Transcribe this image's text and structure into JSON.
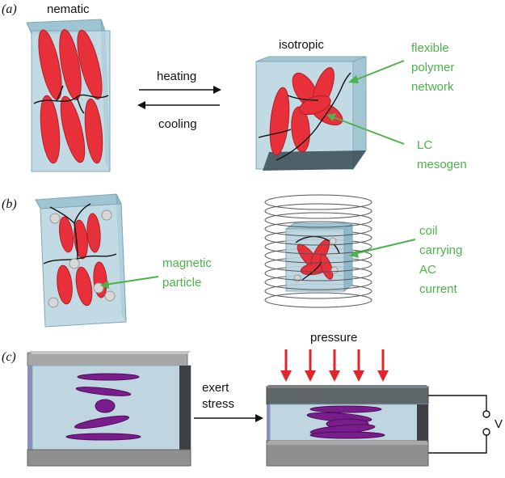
{
  "panels": {
    "a": "(a)",
    "b": "(b)",
    "c": "(c)"
  },
  "labels": {
    "nematic": "nematic",
    "isotropic": "isotropic",
    "heating": "heating",
    "cooling": "cooling",
    "flexible_lines": [
      "flexible",
      "polymer",
      "network"
    ],
    "lc_lines": [
      "LC",
      "mesogen"
    ],
    "magnetic_lines": [
      "magnetic",
      "particle"
    ],
    "coil_lines": [
      "coil",
      "carrying",
      "AC",
      "current"
    ],
    "exert_lines": [
      "exert",
      "stress"
    ],
    "pressure": "pressure",
    "voltage": "V"
  },
  "colors": {
    "mesogen_red": "#e8303a",
    "glass_blue": "#b7d3de",
    "annotation_green": "#4bb34a",
    "disc_purple": "#7a1d8c",
    "pressure_arrow": "#e0262a",
    "plate_gray": "#9a9a9a"
  }
}
